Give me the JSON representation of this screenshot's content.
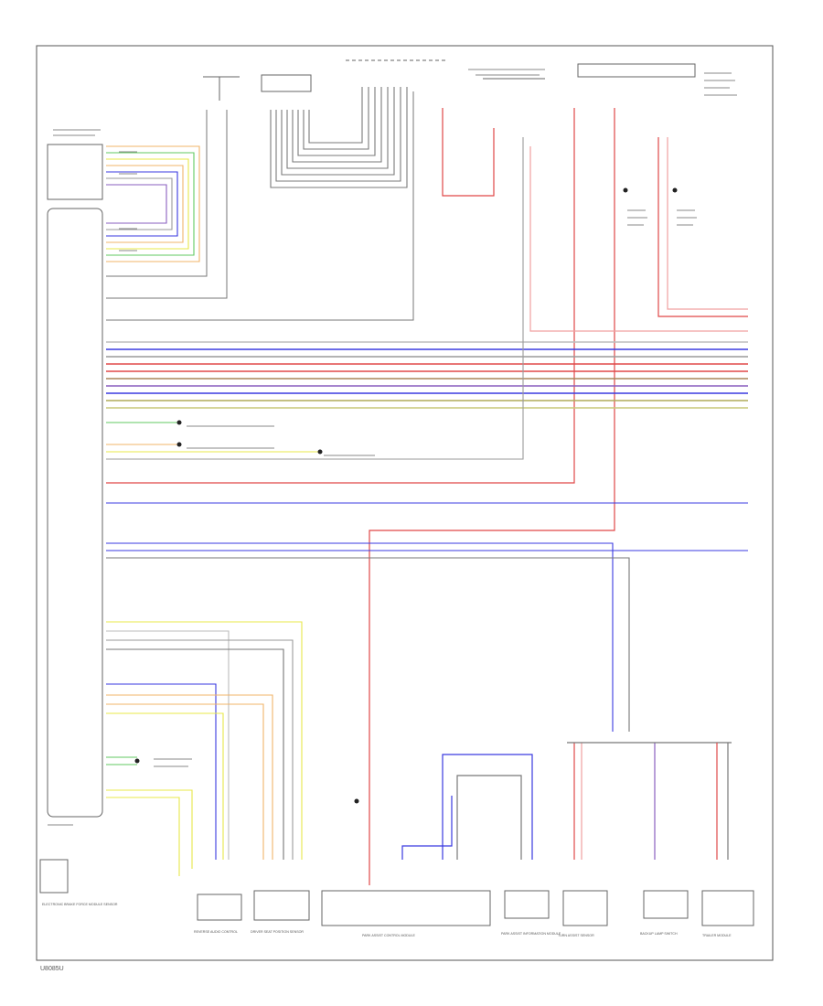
{
  "diagram": {
    "footer_code": "U8085U",
    "colors": {
      "yellow": "#e8e84a",
      "orange": "#f0b46a",
      "green": "#62c962",
      "blue": "#3a3ae0",
      "gray": "#9a9a9a",
      "red": "#e04848",
      "pink": "#f0a0a0",
      "black": "#444444",
      "purple": "#8a5fbf",
      "brown": "#a8865a",
      "olive": "#b0ac5a",
      "lightgray": "#bdbdbd"
    },
    "bottom_labels": [
      "ELECTRONIC BRAKE FORCE MODULE SENSOR",
      "REVERSE AUDIO CONTROL",
      "DRIVER SEAT POSITION SENSOR",
      "PARK ASSIST CONTROL MODULE",
      "PARK ASSIST INFORMATION MODULE",
      "TURN ASSIST SENSOR",
      "BACKUP LAMP SWITCH",
      "TRAILER MODULE"
    ]
  }
}
